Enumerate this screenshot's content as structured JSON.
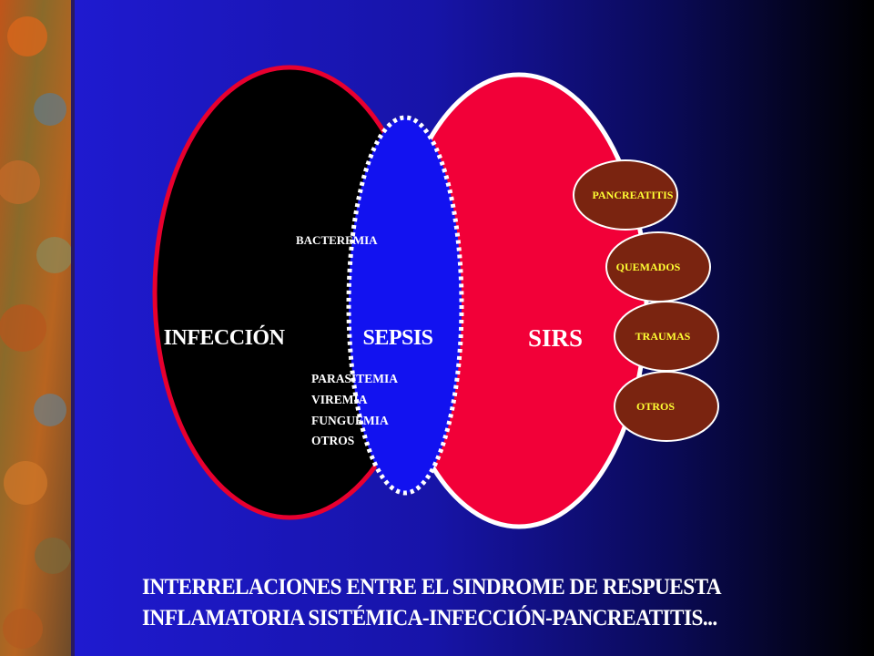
{
  "diagram": {
    "sets": {
      "infeccion": "INFECCIÓN",
      "sepsis": "SEPSIS",
      "sirs": "SIRS"
    },
    "infection_items": {
      "bacteremia": "BACTEREMIA",
      "others": [
        "PARASITEMIA",
        "VIREMIA",
        "FUNGUEMIA",
        "OTROS"
      ]
    },
    "sirs_causes": [
      "PANCREATITIS",
      "QUEMADOS",
      "TRAUMAS",
      "OTROS"
    ]
  },
  "caption": {
    "line1": "INTERRELACIONES ENTRE EL SINDROME DE RESPUESTA",
    "line2": "INFLAMATORIA SISTÉMICA-INFECCIÓN-PANCREATITIS..."
  },
  "colors": {
    "background_left": "#1c19c2",
    "background_right": "#000000",
    "infeccion_fill": "#000000",
    "infeccion_border": "#e8002f",
    "sirs_fill": "#f20038",
    "sepsis_fill": "#1212f0",
    "cause_fill": "#7a2410",
    "cause_text": "#ffff33",
    "label_text": "#ffffff"
  }
}
